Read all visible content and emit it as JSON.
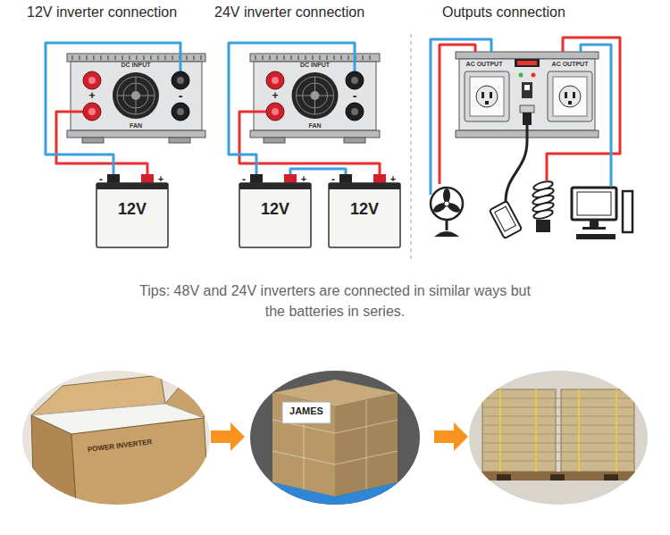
{
  "diagram": {
    "caption": "Tips: 48V and 24V inverters are connected in similar ways but the batteries in series.",
    "nodes": [
      {
        "text": [
          "DC INPUT",
          "+",
          "-",
          "FAN"
        ]
      },
      {
        "text": [
          "-",
          "+",
          "12V"
        ]
      },
      {
        "text": [
          "DC INPUT",
          "+",
          "-",
          "FAN"
        ]
      },
      {
        "text": [
          "-",
          "+",
          "12V"
        ]
      },
      {
        "text": [
          "-",
          "+",
          "12V"
        ]
      },
      {
        "text": [
          "AC OUTPUT",
          "AC OUTPUT"
        ]
      }
    ],
    "edges": [
      {
        "from": 0,
        "to": 1,
        "arrow": "none"
      },
      {
        "from": 0,
        "to": 1,
        "arrow": "none"
      },
      {
        "from": 2,
        "to": 4,
        "arrow": "none"
      },
      {
        "from": 2,
        "to": 3,
        "arrow": "none"
      },
      {
        "from": 3,
        "to": 4,
        "arrow": "none"
      }
    ],
    "labels": [
      "12V inverter connection",
      "24V inverter connection",
      "Outputs connection",
      "POWER INVERTER",
      "JAMES"
    ]
  }
}
